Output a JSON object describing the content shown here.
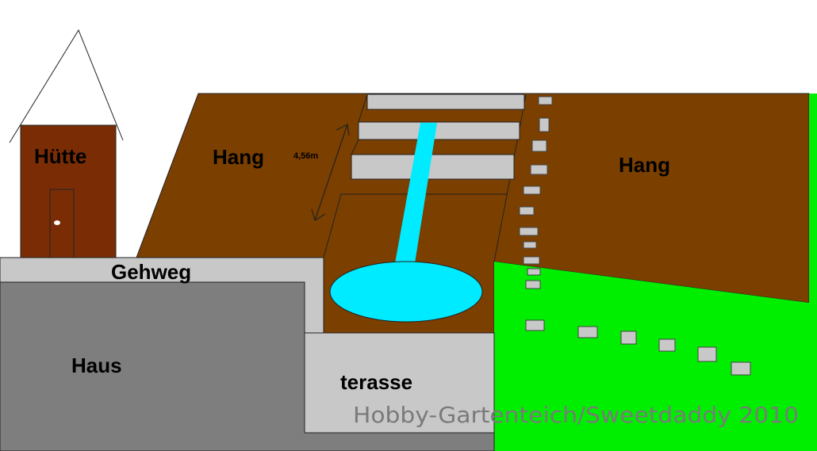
{
  "labels": {
    "huette": "Hütte",
    "hang_left": "Hang",
    "hang_right": "Hang",
    "gehweg": "Gehweg",
    "haus": "Haus",
    "terasse": "terasse",
    "measure": "4,56m"
  },
  "watermark": "Hobby-Gartenteich/Sweetdaddy 2010",
  "colors": {
    "background": "#ffffff",
    "soil": "#7b3f00",
    "hut": "#7a2d05",
    "lawn": "#00ee00",
    "water": "#00ebff",
    "stone": "#c8c8c8",
    "house": "#7e7e7e",
    "outline": "#222222"
  }
}
